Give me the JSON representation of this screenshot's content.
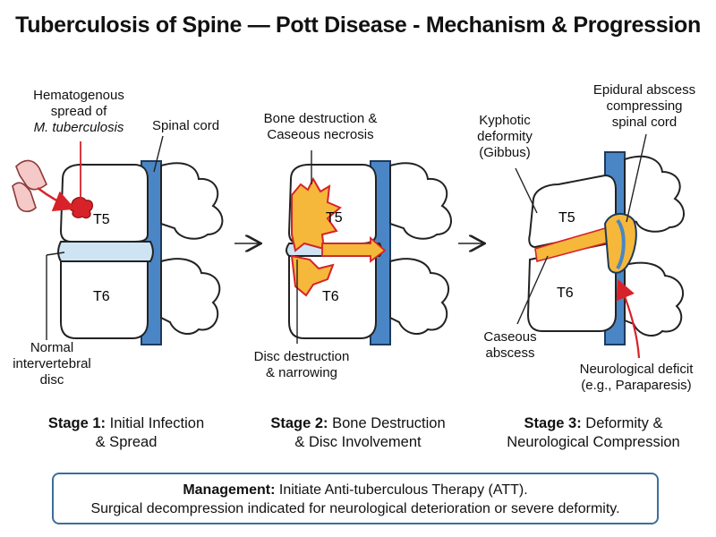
{
  "title": "Tuberculosis of Spine — Pott Disease - Mechanism & Progression",
  "stage1": {
    "label_spread": [
      "Hematogenous",
      "spread of",
      "M. tuberculosis"
    ],
    "label_cord": "Spinal cord",
    "label_disc": [
      "Normal",
      "intervertebral",
      "disc"
    ],
    "v_upper": "T5",
    "v_lower": "T6",
    "caption_bold": "Stage 1:",
    "caption_rest_1": "Initial Infection",
    "caption_line2": "& Spread"
  },
  "stage2": {
    "label_bone": [
      "Bone destruction &",
      "Caseous necrosis"
    ],
    "label_disc": [
      "Disc destruction",
      "& narrowing"
    ],
    "v_upper": "T5",
    "v_lower": "T6",
    "caption_bold": "Stage 2:",
    "caption_rest_1": "Bone Destruction",
    "caption_line2": "& Disc Involvement"
  },
  "stage3": {
    "label_kyphotic": [
      "Kyphotic",
      "deformity",
      "(Gibbus)"
    ],
    "label_epidural": [
      "Epidural abscess",
      "compressing",
      "spinal cord"
    ],
    "label_caseous": [
      "Caseous",
      "abscess"
    ],
    "label_neuro": [
      "Neurological deficit",
      "(e.g., Paraparesis)"
    ],
    "v_upper": "T5",
    "v_lower": "T6",
    "caption_bold": "Stage 3:",
    "caption_rest_1": "Deformity &",
    "caption_line2": "Neurological Compression"
  },
  "management": {
    "bold": "Management:",
    "line1": "Initiate Anti-tuberculous Therapy (ATT).",
    "line2": "Surgical decompression indicated for neurological deterioration or severe deformity."
  },
  "colors": {
    "bone": "#ffffff",
    "cord": "#4a86c5",
    "disc": "#cfe4f2",
    "lesion": "#f5b83a",
    "lesion_outline": "#d8222a",
    "arrow_red": "#d8222a",
    "box_border": "#3d6e9c"
  }
}
